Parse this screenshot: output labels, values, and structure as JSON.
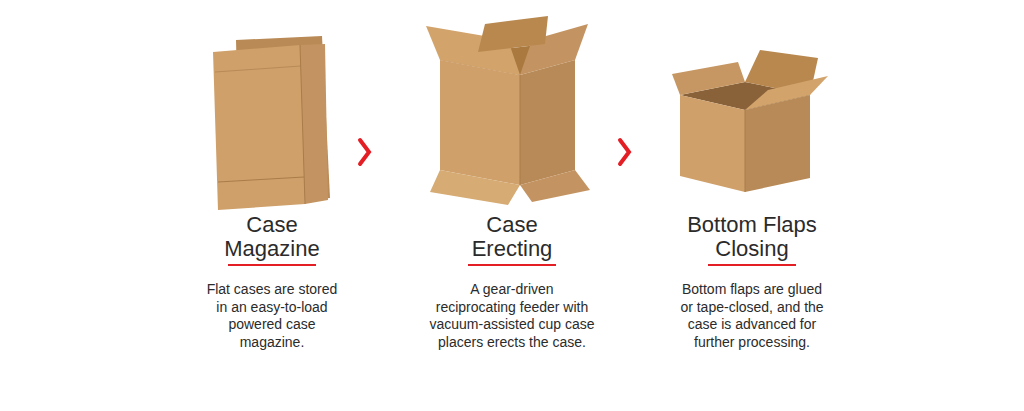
{
  "diagram": {
    "nodes": [
      {
        "text": [
          "Case Magazine",
          "Flat cases are stored in an easy-to-load powered case magazine."
        ]
      },
      {
        "text": [
          "Case Erecting",
          "A gear-driven reciprocating feeder with vacuum-assisted cup case placers erects the case."
        ]
      },
      {
        "text": [
          "Bottom Flaps Closing",
          "Bottom flaps are glued or tape-closed, and the case is advanced for further processing."
        ]
      }
    ],
    "edges": [
      {
        "from": 0,
        "to": 1,
        "arrow": "to"
      },
      {
        "from": 1,
        "to": 2,
        "arrow": "to"
      }
    ]
  }
}
